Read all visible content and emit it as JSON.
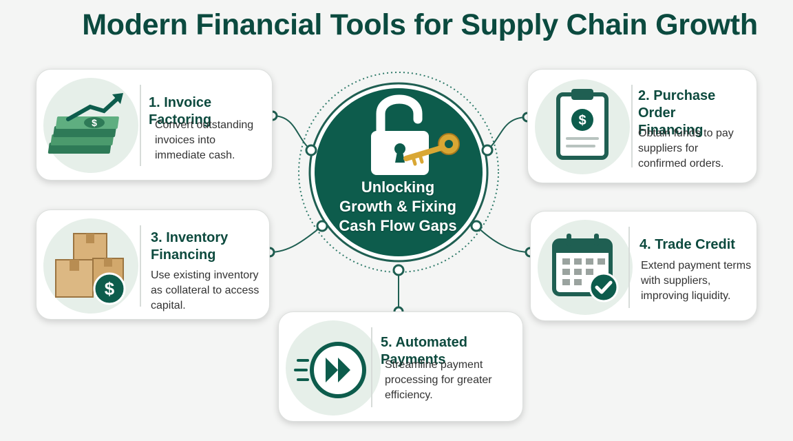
{
  "title": "Modern Financial Tools for Supply Chain Growth",
  "hub": {
    "label": "Unlocking\nGrowth & Fixing\nCash Flow Gaps",
    "icon": "unlocked-padlock-with-key-icon"
  },
  "colors": {
    "primary": "#0d5c4c",
    "dark": "#0b4a3f",
    "light": "#e6efe9",
    "gold": "#d9a734"
  },
  "cards": [
    {
      "title": "1. Invoice Factoring",
      "description": "Convert outstanding invoices into immediate cash.",
      "icon": "money-stack-with-arrow-icon"
    },
    {
      "title": "2. Purchase Order\nFinancing",
      "description": "Obtain funds to pay suppliers for confirmed orders.",
      "icon": "clipboard-dollar-icon"
    },
    {
      "title": "3. Inventory\nFinancing",
      "description": "Use existing inventory as collateral to access capital.",
      "icon": "boxes-dollar-icon"
    },
    {
      "title": "4. Trade Credit",
      "description": "Extend payment terms with suppliers, improving liquidity.",
      "icon": "calendar-check-icon"
    },
    {
      "title": "5. Automated Payments",
      "description": "Streamline payment processing for greater efficiency.",
      "icon": "fast-forward-icon"
    }
  ]
}
